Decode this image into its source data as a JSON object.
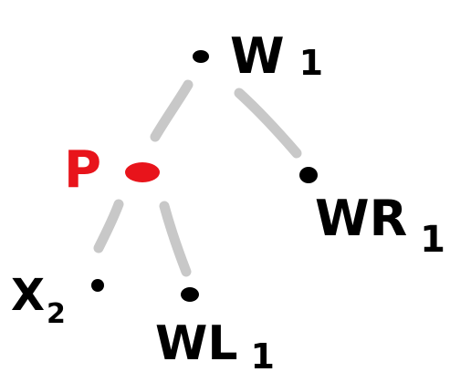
{
  "diagram": {
    "nodes": [
      {
        "id": "w1",
        "label": "W",
        "subscript": "1",
        "color": "#000000"
      },
      {
        "id": "p",
        "label": "P",
        "subscript": "",
        "color": "#e8141b"
      },
      {
        "id": "wr1",
        "label": "WR",
        "subscript": "1",
        "color": "#000000"
      },
      {
        "id": "x2",
        "label": "X",
        "subscript": "2",
        "color": "#000000"
      },
      {
        "id": "wl1",
        "label": "WL",
        "subscript": "1",
        "color": "#000000"
      }
    ],
    "edges": [
      {
        "from": "w1",
        "to": "p"
      },
      {
        "from": "w1",
        "to": "wr1"
      },
      {
        "from": "p",
        "to": "x2"
      },
      {
        "from": "p",
        "to": "wl1"
      }
    ],
    "colors": {
      "edge": "#c8c8c8",
      "node": "#000000",
      "highlight": "#e8141b",
      "background": "#ffffff"
    }
  }
}
